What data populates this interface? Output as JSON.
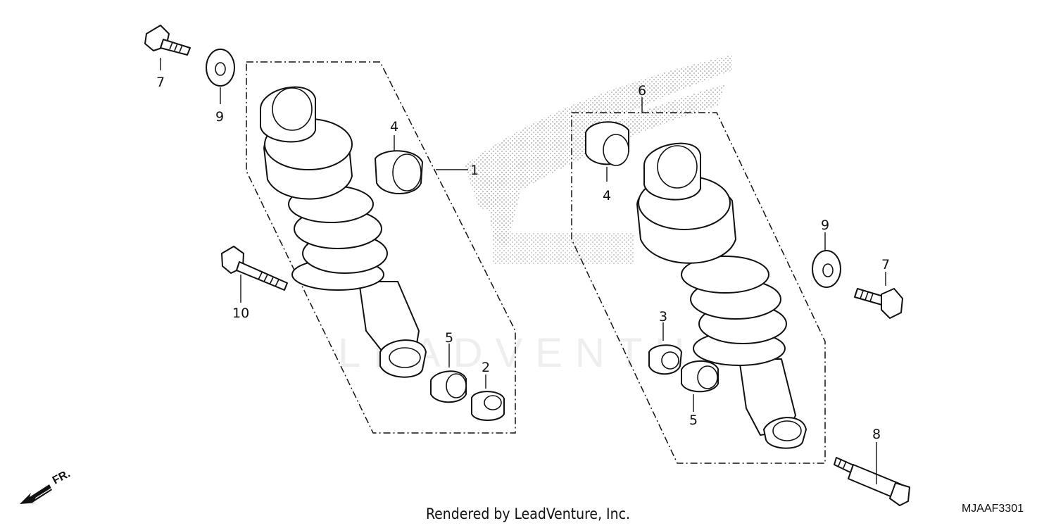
{
  "diagram": {
    "code": "MJAAF3301",
    "credit": "Rendered by LeadVenture, Inc.",
    "front_marker": "FR.",
    "watermark": "LEADVENTURE",
    "callouts": {
      "left_assembly": "1",
      "left_collar_lower": "2",
      "right_collar_lower": "3",
      "left_bushing_upper": "4",
      "right_bushing_upper": "4",
      "left_bushing_lower": "5",
      "right_bushing_lower": "5",
      "right_assembly": "6",
      "left_bolt_small": "7",
      "right_bolt_small": "7",
      "stud_bolt": "8",
      "left_washer": "9",
      "right_washer": "9",
      "left_bolt_long": "10"
    }
  }
}
